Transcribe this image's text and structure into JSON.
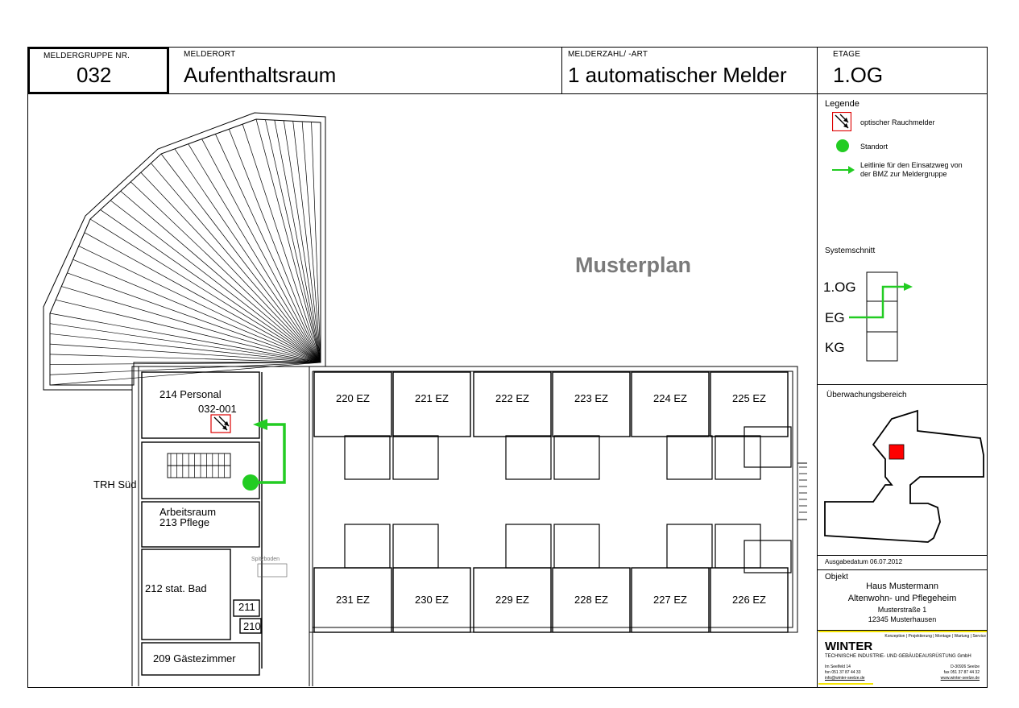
{
  "header": {
    "group_label": "MELDERGRUPPE NR.",
    "group_value": "032",
    "location_label": "MELDERORT",
    "location_value": "Aufenthaltsraum",
    "count_label": "MELDERZAHL/ -ART",
    "count_value": "1 automatischer Melder",
    "floor_label": "ETAGE",
    "floor_value": "1.OG"
  },
  "watermark": "Musterplan",
  "legend": {
    "title": "Legende",
    "items": [
      {
        "icon": "smoke-detector-icon",
        "label": "optischer Rauchmelder"
      },
      {
        "icon": "location-dot-icon",
        "label": "Standort"
      },
      {
        "icon": "green-arrow-icon",
        "label_line1": "Leitlinie für den Einsatzweg von",
        "label_line2": "der BMZ zur Meldergruppe"
      }
    ]
  },
  "system_section": {
    "title": "Systemschnitt",
    "floors": [
      "1.OG",
      "EG",
      "KG"
    ]
  },
  "monitoring": {
    "title": "Überwachungsbereich"
  },
  "issue_date": "Ausgabedatum 06.07.2012",
  "object": {
    "label": "Objekt",
    "line1": "Haus Mustermann",
    "line2": "Altenwohn- und Pflegeheim",
    "line3": "Musterstraße 1",
    "line4": "12345 Musterhausen"
  },
  "company": {
    "services": "Konzeption  |  Projektierung  |  Montage  |  Wartung  |  Service",
    "name": "WINTER",
    "subtitle": "TECHNISCHE INDUSTRIE- UND GEBÄUDEAUSRÜSTUNG GmbH",
    "street": "Im Seelfeld 14",
    "city": "D-30926 Seelze",
    "phone": "fon 051 37 87 44 33",
    "fax": "fax 051 37 87 44 32",
    "email": "info@winter-seelze.de",
    "web": "www.winter-seelze.de"
  },
  "rooms": {
    "r214": "214 Personal",
    "detector_id": "032-001",
    "trh": "TRH Süd",
    "r213a": "Arbeitsraum",
    "r213b": "213 Pflege",
    "attic": "Spitzboden",
    "r212": "212 stat. Bad",
    "r211": "211",
    "r210": "210",
    "r209": "209 Gästezimmer",
    "top": [
      "220 EZ",
      "221 EZ",
      "222 EZ",
      "223 EZ",
      "224 EZ",
      "225 EZ"
    ],
    "bottom": [
      "231 EZ",
      "230 EZ",
      "229 EZ",
      "228 EZ",
      "227 EZ",
      "226 EZ"
    ]
  },
  "colors": {
    "guide": "#22cc22",
    "detector": "#dd0000",
    "highlight": "#ff0000",
    "accent": "#f5e400"
  }
}
